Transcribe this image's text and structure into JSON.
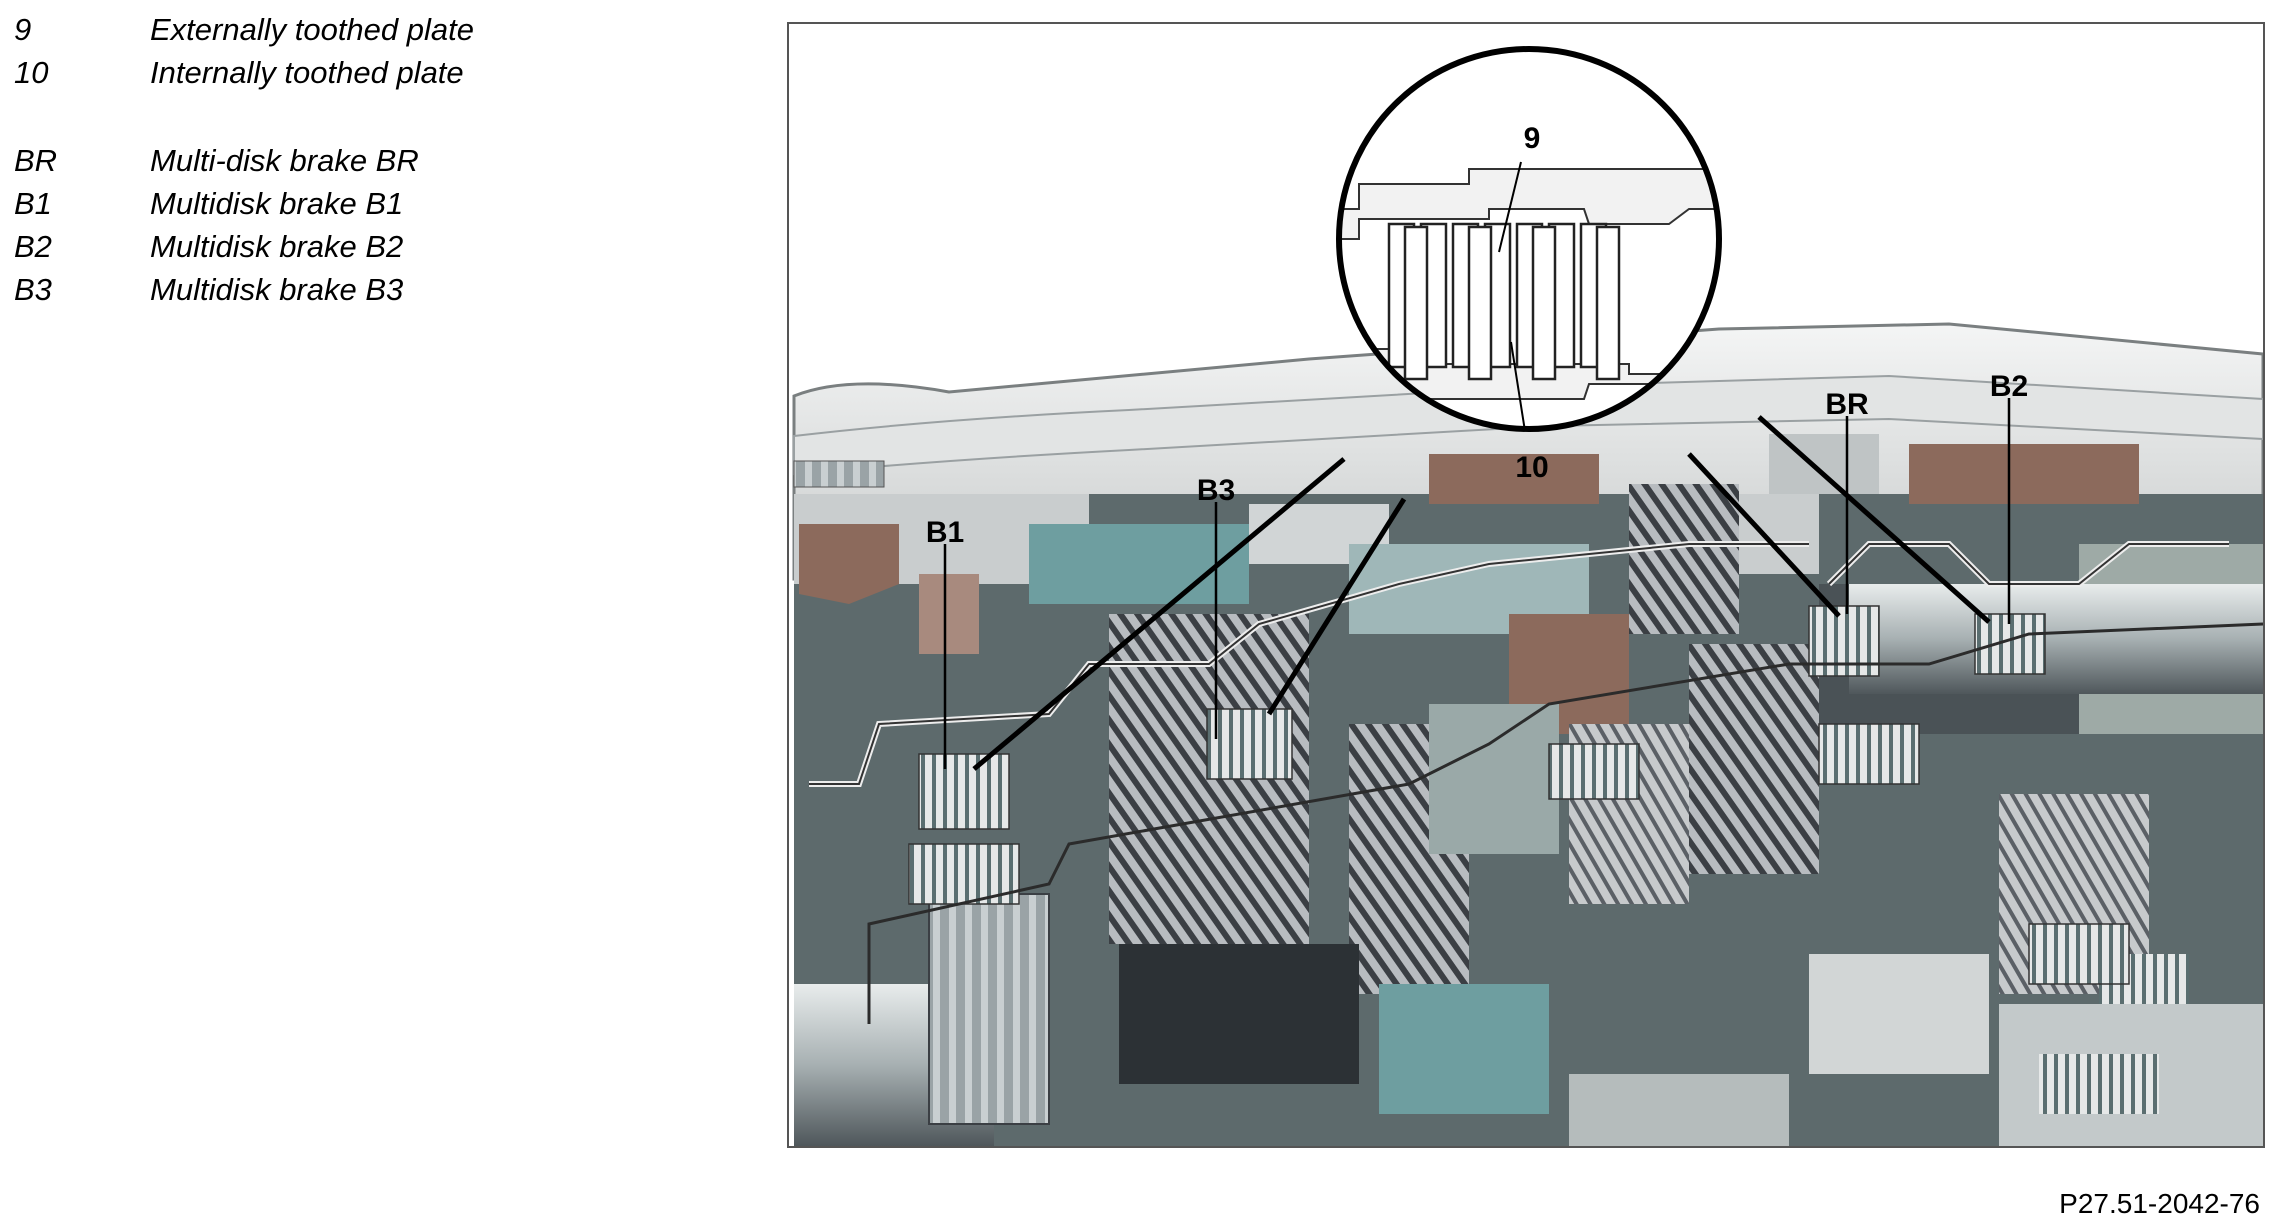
{
  "legend": {
    "items": [
      {
        "key": "9",
        "description": "Externally toothed plate"
      },
      {
        "key": "10",
        "description": "Internally toothed plate"
      },
      {
        "key": "BR",
        "description": "Multi-disk brake BR"
      },
      {
        "key": "B1",
        "description": "Multidisk brake B1"
      },
      {
        "key": "B2",
        "description": "Multidisk brake B2"
      },
      {
        "key": "B3",
        "description": "Multidisk brake B3"
      }
    ]
  },
  "diagram": {
    "callouts": {
      "b1": "B1",
      "b3": "B3",
      "br": "BR",
      "b2": "B2",
      "plate_9": "9",
      "plate_10": "10"
    },
    "colors": {
      "housing": "#d9dcdc",
      "teal_parts": "#6e9ea0",
      "brown_parts": "#8c6a5c",
      "gear_dark": "#3b3f44",
      "gear_light": "#b8bcc0"
    }
  },
  "figure_id": "P27.51-2042-76"
}
